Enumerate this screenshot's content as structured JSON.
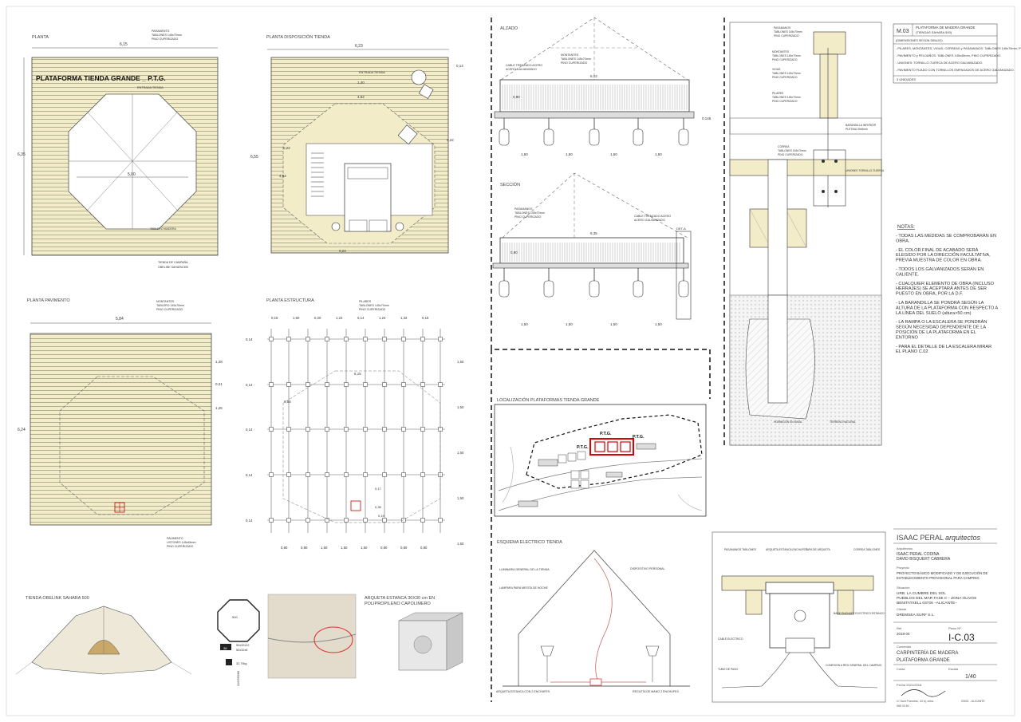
{
  "plans": {
    "planta": {
      "title": "PLANTA",
      "heading": "PLATAFORMA TIENDA GRANDE _ P.T.G.",
      "dim_top": "6,15",
      "dim_left": "6,35",
      "diameter": "5,00",
      "note_top": "ENTRADA TIENDA",
      "note_floor_1": "PARAMENTO",
      "note_floor_2": "TABLERO MADERA",
      "note_tent_1": "TIENDA DE CAMPAÑA",
      "note_tent_2": "OBELINK SAHARA 500",
      "note_boards_1": "TABLONES 145x70mm",
      "note_boards_2": "PINO CUPERIZADO"
    },
    "disposicion": {
      "title": "PLANTA DISPOSICIÓN TIENDA",
      "dim_top": "6,23",
      "dim_left": "6,55",
      "dim_a": "1,40",
      "dim_b": "4,62",
      "dim_c": "4,62",
      "dim_d": "0,22",
      "dim_e": "0,22",
      "dim_f": "0,24",
      "dim_g": "0,14",
      "note": "ENTRADA TIENDA"
    },
    "pavimento": {
      "title": "PLANTA PAVIMENTO",
      "dim_top": "5,84",
      "dim_left": "6,24",
      "dim_r1": "1,28",
      "dim_r2": "0,21",
      "dim_r3": "1,26",
      "note_1": "MONTANTES",
      "note_2": "TABLERO 145x70mm",
      "note_3": "PINO CUPERIZADO",
      "note_b1": "PAVIMENTO",
      "note_b2": "LISTONES 145x45mm",
      "note_b3": "PINO CUPERIZADO"
    },
    "estructura": {
      "title": "PLANTA ESTRUCTURA",
      "top_dims": [
        "0,15",
        "1,60",
        "0,20",
        "1,24",
        "0,14",
        "1,24",
        "1,32",
        "0,15"
      ],
      "bottom_dims": [
        "0,80",
        "0,80",
        "1,50",
        "1,50",
        "1,50",
        "0,80",
        "0,80",
        "0,80"
      ],
      "left_dims": [
        "0,14",
        "0,14",
        "0,14",
        "0,14",
        "0,14"
      ],
      "right_dims": [
        "1,50",
        "1,50",
        "1,50",
        "1,50",
        "1,50"
      ],
      "dim_w": "6,15",
      "dim_h": "6,54",
      "dim_s1": "0,17",
      "dim_s2": "0,38",
      "dim_s3": "0,19",
      "note_1": "PILARES",
      "note_2": "TABLONES 145x70mm",
      "note_3": "PINO CUPERIZADO"
    }
  },
  "elevation": {
    "alzado": {
      "title": "ALZADO",
      "dim_top": "6,13",
      "dim_h": "0,90",
      "dim_r": "0,145",
      "bottom_dims": [
        "1,50",
        "1,50",
        "1,50",
        "1,50"
      ],
      "note_a1": "MONTANTES",
      "note_a2": "TABLONES 145x70mm",
      "note_a3": "PINO CUPERIZADO",
      "note_b1": "CABLE TRENZADO ACERO",
      "note_b2": "ACERO GALVANIZADO"
    },
    "seccion": {
      "title": "SECCIÓN",
      "dim_top": "6,35",
      "dim_h": "0,90",
      "bottom_dims": [
        "1,50",
        "1,50",
        "1,50",
        "1,50"
      ],
      "note_a1": "PASAMANOS",
      "note_a2": "TABLONES 145x70mm",
      "note_a3": "PINO CUPERIZADO",
      "note_b1": "CABLE TRENZADO ACERO",
      "note_b2": "ACERO GALVANIZADO",
      "detail": "DET-A"
    }
  },
  "detail": {
    "labels": [
      "PASAMANOS",
      "TABLONES 145x70mm",
      "PINO CUPERIZADO",
      "MONTANTES",
      "TABLONES 145x70mm",
      "PINO CUPERIZADO",
      "VIGAS",
      "TABLONES 145x70mm",
      "PINO CUPERIZADO",
      "PILARES",
      "TABLONES 145x70mm",
      "PINO CUPERIZADO",
      "HORMIGÓN EN MASA",
      "TERRENO NATURAL",
      "CORREA",
      "TABLONES 145x70mm",
      "PINO CUPERIZADO",
      "BARANDILLA INFERIOR",
      "PLETINA 30x5mm",
      "UNIONES TORNILLO-TUERCA"
    ]
  },
  "localizacion": {
    "title": "LOCALIZACIÓN PLATAFORMAS TIENDA GRANDE",
    "label_1": "P.T.G.",
    "label_2": "P.T.G.",
    "label_3": "P.T.G."
  },
  "esquema": {
    "title": "ESQUEMA ELECTRICO TIENDA",
    "notes": [
      "LUMINARIA GENERAL DE LA TIENDA",
      "LAMPARA PARA MESITA DE NOCHE",
      "ARQUETA ESTANCA CON 2 ENCHUFES",
      "DISPOSITIVO PERSONAL",
      "REGLETA DE MANO 2 ENCHUFES"
    ]
  },
  "arqueta_detail": {
    "notes": [
      "PASAMANOS TABLONES",
      "ARQUETA ESTANCA ENCHUFES",
      "TAPA DE ARQUETA",
      "CORREA TABLONES",
      "CABLE ELECTRICO",
      "CONEXION A RED GENERAL DEL CAMPING",
      "TUBO DE PASO",
      "BASE ENCHUFE ELECTRICO ESTANCO"
    ]
  },
  "product": {
    "tent_title": "TIENDA OBELINK SAHARA 500",
    "arqueta_title_1": "ARQUETA ESTANCA 30X30 cm EN",
    "arqueta_title_2": "POLIPROPILENO CAPOLIMERO",
    "spec_dia": "500",
    "spec_a": "38",
    "spec_b": "50x32x22",
    "spec_c": "50x32x8",
    "spec_weight": "32,79kg",
    "spec_height": "310/250/80"
  },
  "legend": {
    "code": "M.03",
    "code_desc_1": "PLATAFORMA DE MADERA GRANDE",
    "code_desc_2": "(TIENDAS SAHARA 500)",
    "code_desc_3": "(DIMENSIONES SEGÚN DIBUJO)",
    "items": [
      "- PILARES, MONTANTES, VIGAS, CORREAS y PASAMANOS: TABLONES 145x70mm, PINO CUPERIZADO.",
      "- PAVIMENTO y PELDAÑOS: TABLONES 145x45mm, PINO CUPERIZADO.",
      "- UNIONES: TORNILLO-TUERCA DE ACERO GALVANIZADO.",
      "- PAVIMENTO FIJADO CON TORNILLOS EMPAGADOS DE ACERO GALVANIZADO."
    ],
    "units": "3 UNIDADES"
  },
  "notas": {
    "title": "NOTAS:",
    "items": [
      "- TODAS LAS MEDIDAS SE COMPROBARÁN EN OBRA.",
      "- EL COLOR FINAL DE ACABADO SERÁ ELEGIDO POR LA DIRECCIÓN FACULTATIVA, PREVIA MUESTRA DE COLOR EN OBRA.",
      "- TODOS LOS GALVANIZADOS SERÁN EN CALIENTE.",
      "- CUALQUIER ELEMENTO DE OBRA (INCLUSO HERRAJES) SE ACEPTARÁ ANTES DE SER PUESTO EN OBRA, POR LA D.F.",
      "- LA BARANDILLA SE PONDRÁ SEGÚN LA ALTURA DE LA PLATAFORMA CON RESPECTO A LA LÍNEA DEL SUELO (altura>50 cm)",
      "- LA RAMPA O LA ESCALERA SE PONDRÁN SEGÚN NECESIDAD DEPENDIENTE DE LA POSICIÓN DE LA PLATAFORMA EN EL ENTORNO",
      "- PARA EL DETALLE DE LA ESCALERA MIRAR EL PLANO C.02"
    ]
  },
  "titleblock": {
    "studio_1": "ISAAC PERAL",
    "studio_2": "arquitectos",
    "arquitectos_label": "Arquitectos",
    "arquitecto_1": "ISAAC PERAL CODINA",
    "arquitecto_2": "DAVID BISQUERT CABRERA",
    "proyecto_label": "Proyecto",
    "proyecto_1": "PROYECTO BÁSICO MODIFICADO Y DE EJECUCIÓN DE",
    "proyecto_2": "ESTABLECIMIENTO PROVISIONAL PARA CAMPING",
    "situacion_label": "Situación",
    "situacion_1": "URB. LA CUMBRE DEL SOL",
    "situacion_2": "PUEBLOS DEL MAR FASE II – ZONA OLIVOS",
    "situacion_3": "BENITATXELL 03726 –ALICANTE–",
    "cliente_label": "Cliente",
    "cliente": "DREMSEA SURF S.L.",
    "ref_label": "Ref",
    "ref": "2018-04",
    "plano_label": "Plano Nº",
    "plano": "I-C.03",
    "contenido_label": "Contenido",
    "contenido_1": "CARPINTERÍA DE MADERA",
    "contenido_2": "PLATAFORMA GRANDE",
    "cotas_label": "Cotas",
    "escala_label": "Escala",
    "escala": "1/40",
    "fecha": "Fecha 2021/2018",
    "address": "C/ Sant Francesc, 43 bj. dcha.",
    "city": "03001 - ALICANTE",
    "phone": "965 43 80"
  }
}
